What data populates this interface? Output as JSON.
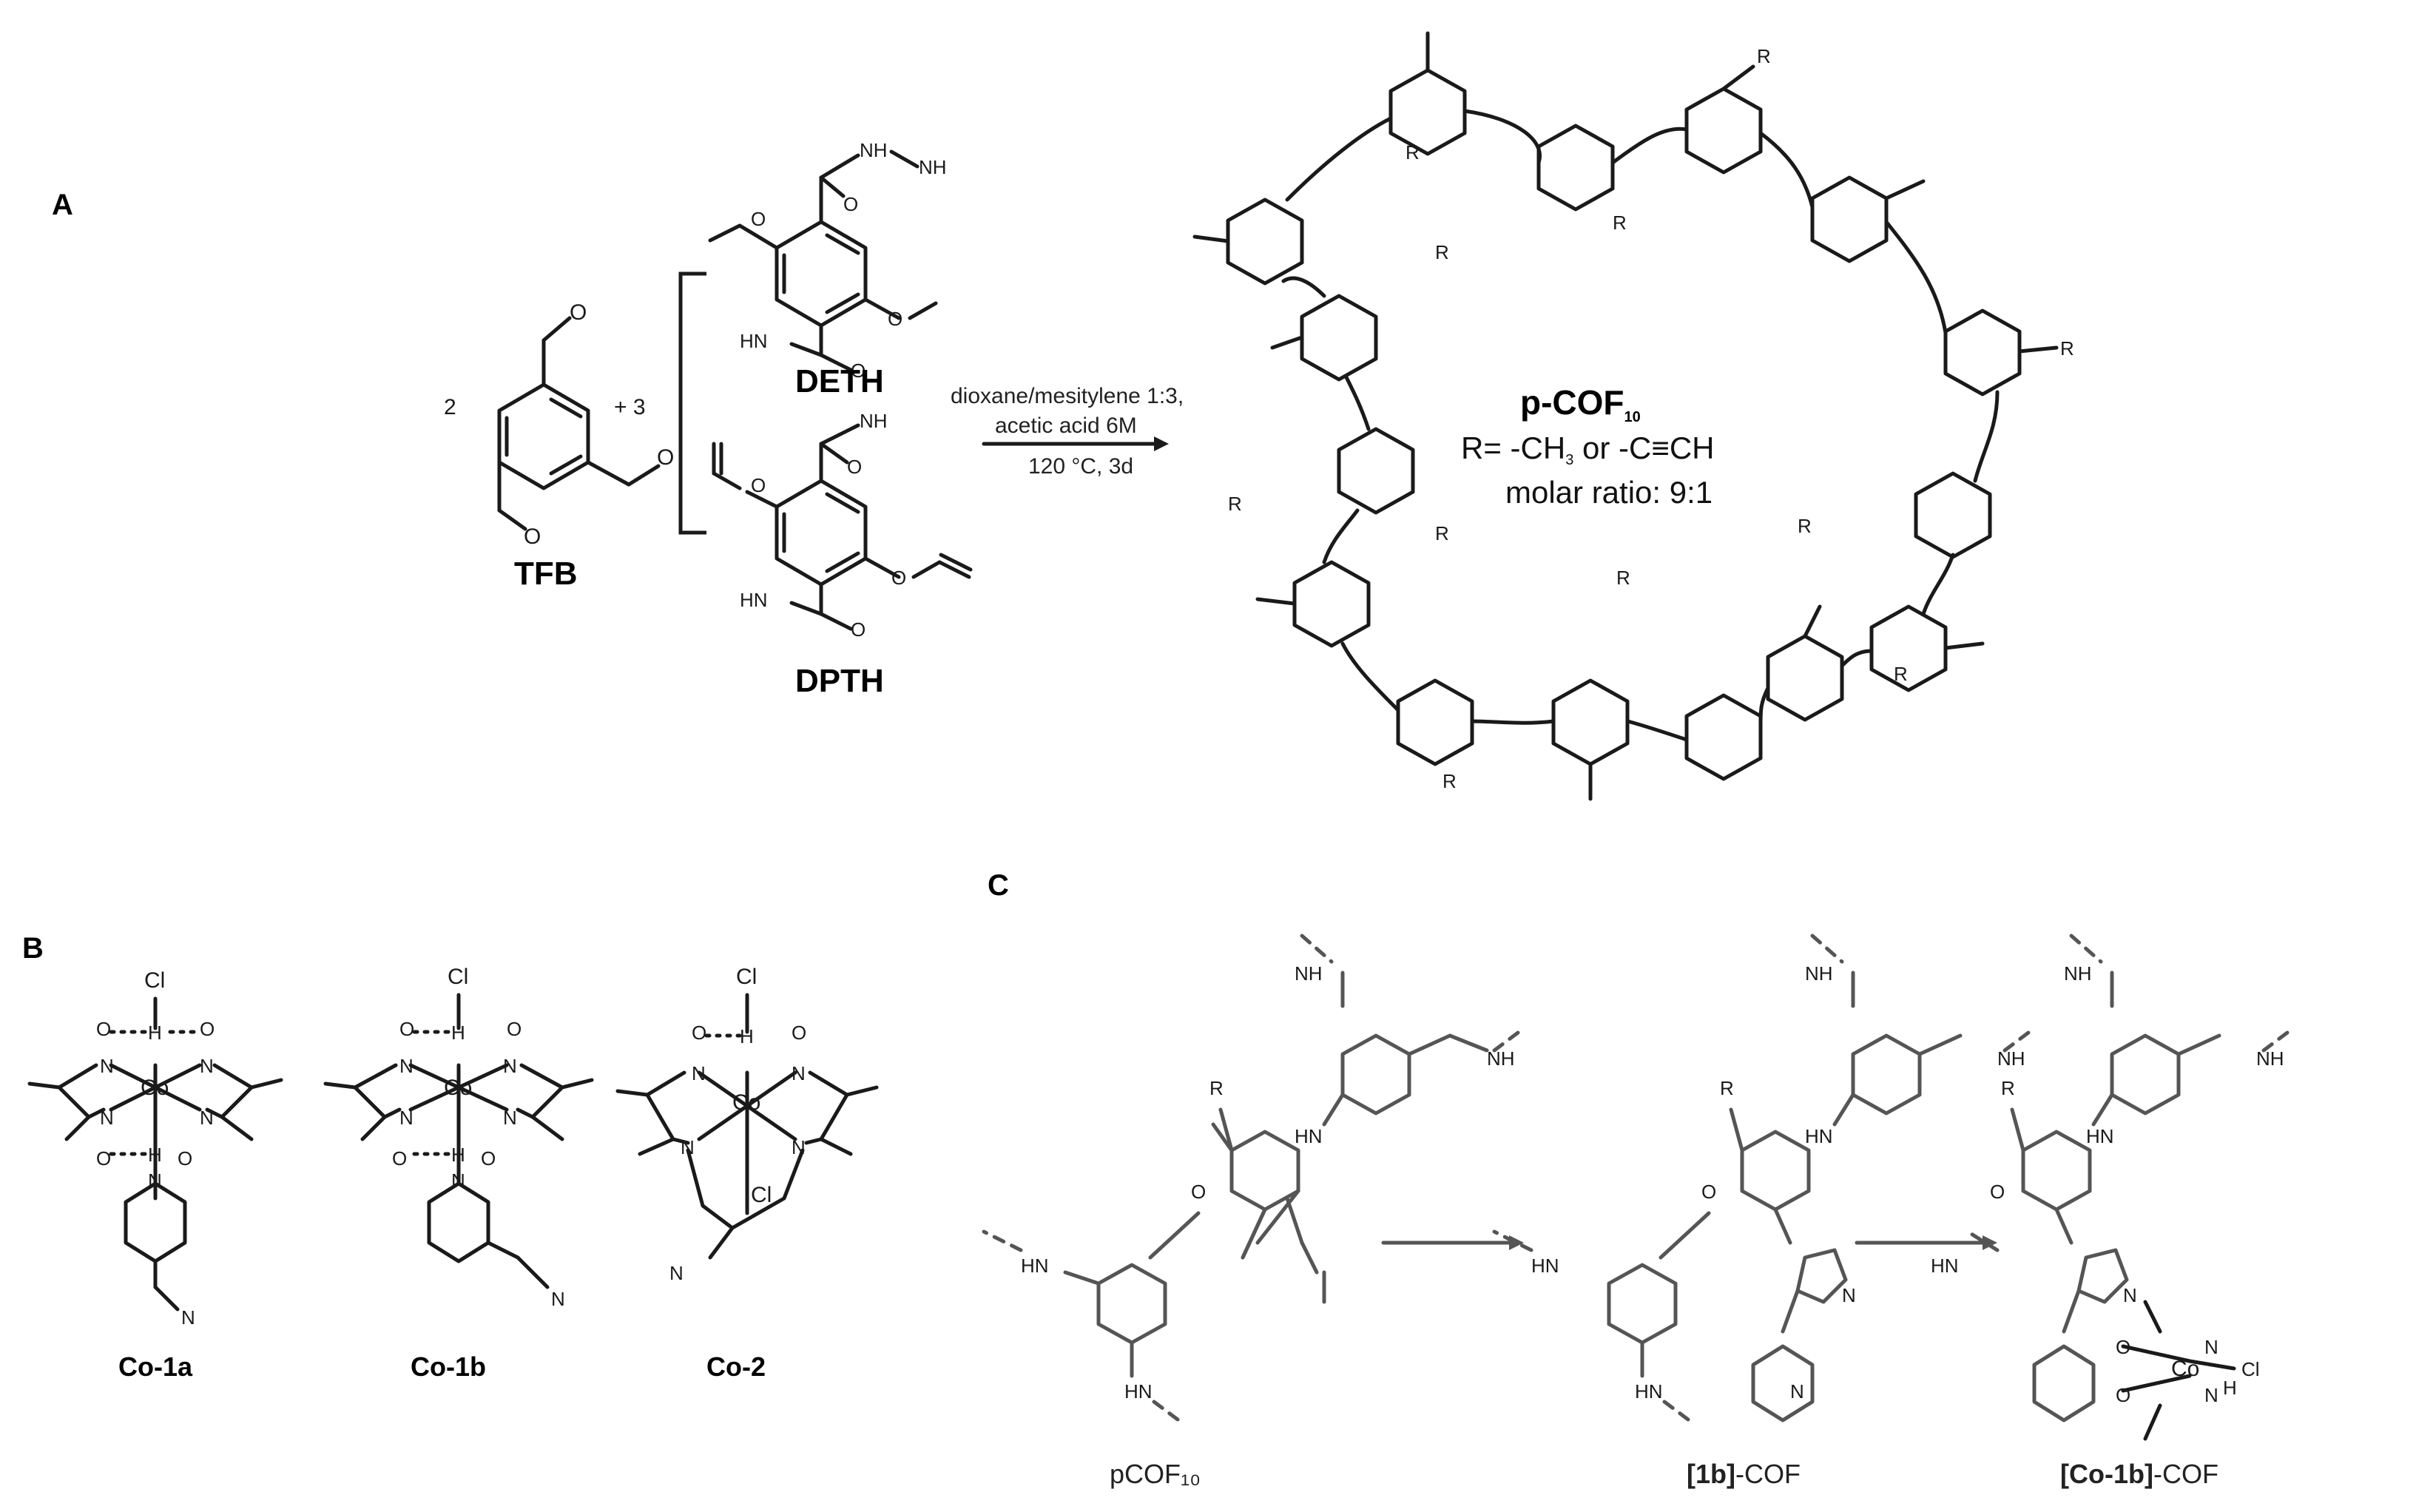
{
  "panels": {
    "a": "A",
    "b": "B",
    "c": "C"
  },
  "panel_a": {
    "tfb_coeff": "2",
    "tfb_label": "TFB",
    "plus_coeff": "+ 3",
    "deth_label": "DETH",
    "dpth_label": "DPTH",
    "conditions": [
      "dioxane/mesitylene 1:3,",
      "acetic acid 6M",
      "120 °C, 3d"
    ],
    "product_name": "p-COF",
    "product_sub": "10",
    "r_def": "R= -CH",
    "r_def_sub": "3",
    "r_def_rest": " or -C≡CH",
    "molar_ratio": "molar ratio: 9:1"
  },
  "panel_b": {
    "labels": [
      "Co-1a",
      "Co-1b",
      "Co-2"
    ]
  },
  "panel_c": {
    "label1": "pCOF₁₀",
    "label2_bold": "[1b]",
    "label2_rest": "-COF",
    "label3_bold": "[Co-1b]",
    "label3_rest": "-COF"
  },
  "atoms": {
    "O": "O",
    "N": "N",
    "Co": "Co",
    "Cl": "Cl",
    "H": "H",
    "R": "R",
    "NH": "NH",
    "HN": "HN",
    "NH2": "NH",
    "H2N": "H",
    "N3": "N"
  }
}
